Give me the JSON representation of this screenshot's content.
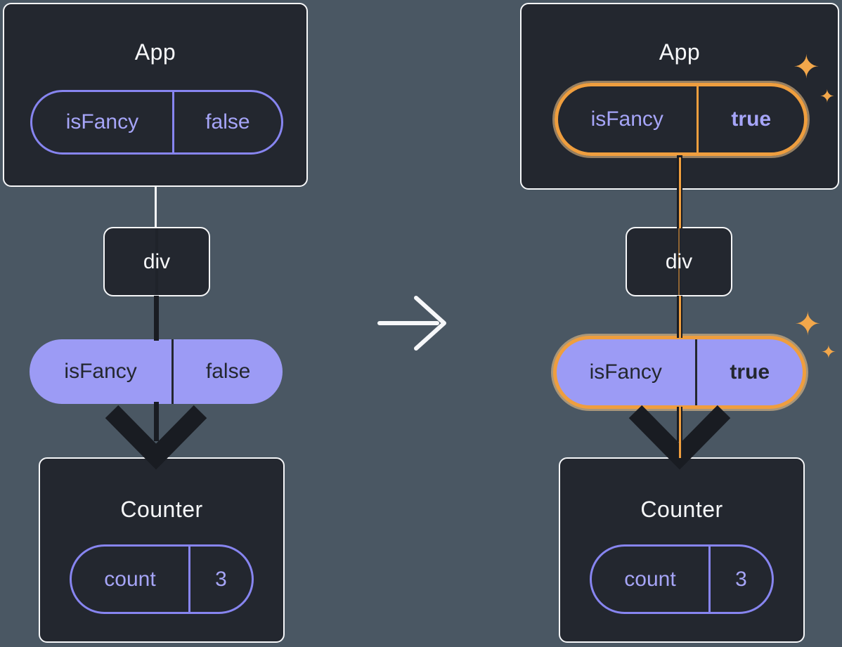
{
  "colors": {
    "background": "#4a5763",
    "card": "#23272f",
    "accent_purple": "#8785f0",
    "pill_fill": "#9c9bf5",
    "highlight_orange": "#ef9e3e",
    "connector_dark": "#191c22",
    "connector_light": "#f6f7f9",
    "sparkle": "#f2a74b"
  },
  "icons": {
    "sparkle": "✦"
  },
  "left": {
    "app": {
      "title": "App",
      "state": {
        "name": "isFancy",
        "value": "false"
      }
    },
    "div_node": {
      "label": "div"
    },
    "prop": {
      "name": "isFancy",
      "value": "false"
    },
    "counter": {
      "title": "Counter",
      "state": {
        "name": "count",
        "value": "3"
      }
    }
  },
  "right": {
    "app": {
      "title": "App",
      "state": {
        "name": "isFancy",
        "value": "true"
      }
    },
    "div_node": {
      "label": "div"
    },
    "prop": {
      "name": "isFancy",
      "value": "true"
    },
    "counter": {
      "title": "Counter",
      "state": {
        "name": "count",
        "value": "3"
      }
    }
  }
}
